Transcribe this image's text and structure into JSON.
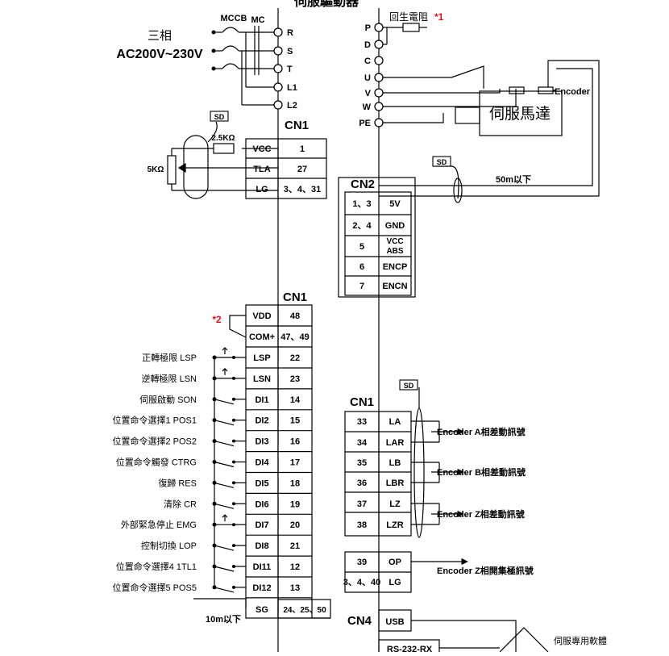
{
  "title": "伺服驅動器",
  "power": {
    "label_top": "三相",
    "label_voltage": "AC200V~230V",
    "mccb": "MCCB",
    "mc": "MC",
    "terminals": [
      "R",
      "S",
      "T",
      "L1",
      "L2"
    ]
  },
  "motor_side": {
    "regen_label": "回生電阻",
    "regen_note": "*1",
    "terminals": [
      "P",
      "D",
      "C",
      "U",
      "V",
      "W",
      "PE"
    ],
    "motor_label": "伺服馬達",
    "encoder_label": "Encoder",
    "sd_tag": "SD",
    "cable_label": "50m以下"
  },
  "analog": {
    "header": "CN1",
    "sd_tag": "SD",
    "resistor_top": "2.5KΩ",
    "resistor_pot": "5KΩ",
    "rows": [
      {
        "signal": "VCC",
        "pin": "1"
      },
      {
        "signal": "TLA",
        "pin": "27"
      },
      {
        "signal": "LG",
        "pin": "3、4、31"
      }
    ]
  },
  "cn2": {
    "header": "CN2",
    "rows": [
      {
        "pin": "1、3",
        "signal": "5V"
      },
      {
        "pin": "2、4",
        "signal": "GND"
      },
      {
        "pin": "5",
        "signal": "VCC ABS",
        "signal_l1": "VCC",
        "signal_l2": "ABS"
      },
      {
        "pin": "6",
        "signal": "ENCP"
      },
      {
        "pin": "7",
        "signal": "ENCN"
      }
    ]
  },
  "inputs": {
    "header": "CN1",
    "note": "*2",
    "cable_label": "10m以下",
    "top_rows": [
      {
        "signal": "VDD",
        "pin": "48"
      },
      {
        "signal": "COM+",
        "pin": "47、49"
      }
    ],
    "rows": [
      {
        "label": "正轉極限 LSP",
        "signal": "LSP",
        "pin": "22",
        "nc": true
      },
      {
        "label": "逆轉極限 LSN",
        "signal": "LSN",
        "pin": "23",
        "nc": true
      },
      {
        "label": "伺服啟動 SON",
        "signal": "DI1",
        "pin": "14",
        "nc": false
      },
      {
        "label": "位置命令選擇1 POS1",
        "signal": "DI2",
        "pin": "15",
        "nc": false
      },
      {
        "label": "位置命令選擇2 POS2",
        "signal": "DI3",
        "pin": "16",
        "nc": false
      },
      {
        "label": "位置命令觸發 CTRG",
        "signal": "DI4",
        "pin": "17",
        "nc": false
      },
      {
        "label": "復歸 RES",
        "signal": "DI5",
        "pin": "18",
        "nc": false
      },
      {
        "label": "清除 CR",
        "signal": "DI6",
        "pin": "19",
        "nc": false
      },
      {
        "label": "外部緊急停止 EMG",
        "signal": "DI7",
        "pin": "20",
        "nc": true
      },
      {
        "label": "控制切換 LOP",
        "signal": "DI8",
        "pin": "21",
        "nc": false
      },
      {
        "label": "位置命令選擇4 1TL1",
        "signal": "DI11",
        "pin": "12",
        "nc": false
      },
      {
        "label": "位置命令選擇5 POS5",
        "signal": "DI12",
        "pin": "13",
        "nc": false
      }
    ],
    "sg_row": {
      "signal": "SG",
      "pin": "24、25、50"
    }
  },
  "outputs": {
    "header": "CN1",
    "sd_tag": "SD",
    "rows": [
      {
        "pin": "33",
        "signal": "LA"
      },
      {
        "pin": "34",
        "signal": "LAR"
      },
      {
        "pin": "35",
        "signal": "LB"
      },
      {
        "pin": "36",
        "signal": "LBR"
      },
      {
        "pin": "37",
        "signal": "LZ"
      },
      {
        "pin": "38",
        "signal": "LZR"
      }
    ],
    "labels": [
      "Encoder A相差動訊號",
      "Encoder B相差動訊號",
      "Encoder Z相差動訊號"
    ],
    "z_rows": [
      {
        "pin": "39",
        "signal": "OP"
      },
      {
        "pin": "3、4、40",
        "signal": "LG"
      }
    ],
    "z_label": "Encoder Z相開集極訊號"
  },
  "cn4": {
    "header": "CN4",
    "usb": "USB",
    "rs232": "RS-232-RX",
    "software": "伺服專用軟體"
  }
}
